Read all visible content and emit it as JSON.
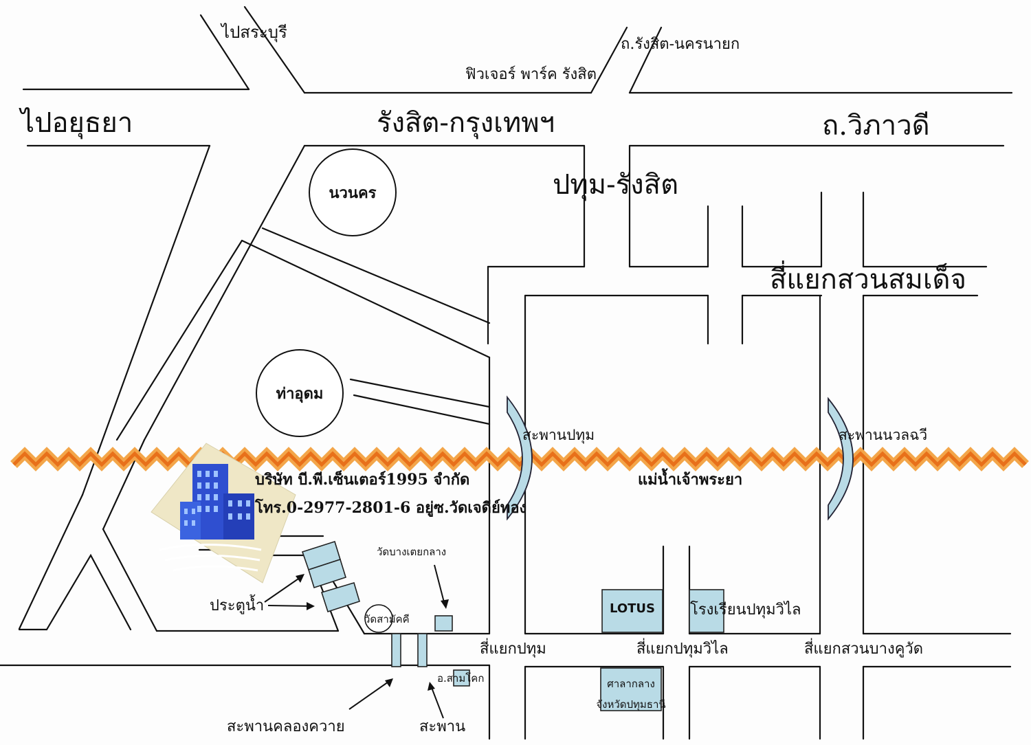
{
  "colors": {
    "water": "#b9dbe6",
    "river": "#f08a1c",
    "road": "#111111",
    "building": "#2f4fd0"
  },
  "icons": {
    "company_logo": "office-building-icon"
  },
  "labels": {
    "to_saraburi": "ไปสระบุรี",
    "rangsit_nakhon_nayok": "ถ.รังสิต-นครนายก",
    "future_park": "ฟิวเจอร์ พาร์ค รังสิต",
    "to_ayutthaya": "ไปอยุธยา",
    "rangsit_bangkok": "รังสิต-กรุงเทพฯ",
    "vibhavadi": "ถ.วิภาวดี",
    "navanakorn": "นวนคร",
    "pathum_rangsit": "ปทุม-รังสิต",
    "suan_somdet_junction": "สี่แยกสวนสมเด็จ",
    "tha_udom": "ท่าอุดม",
    "pathum_bridge": "สะพานปทุม",
    "nawalchawee_bridge": "สะพานนวลฉวี",
    "chao_phraya_river": "แม่น้ำเจ้าพระยา",
    "company_name": "บริษัท บี.พี.เซ็นเตอร์1995 จำกัด",
    "company_contact": "โทร.0-2977-2801-6 อยู่ซ.วัดเจดีย์ทอง",
    "wat_bang_toei_klang": "วัดบางเตยกลาง",
    "water_gate": "ประตูน้ำ",
    "wat_samakkhi": "วัดสามัคคี",
    "lotus": "LOTUS",
    "pathum_wilai_school": "โรงเรียนปทุมวิไล",
    "pathum_junction": "สี่แยกปทุม",
    "pathum_wilai_junction": "สี่แยกปทุมวิไล",
    "suan_bang_ku_wat_junction": "สี่แยกสวนบางคูวัด",
    "sam_khok_district": "อ.สามโคก",
    "city_hall_line1": "ศาลากลาง",
    "city_hall_line2": "จังหวัดปทุมธานี",
    "khlong_khwai_bridge": "สะพานคลองควาย",
    "bridge_small": "สะพาน"
  }
}
